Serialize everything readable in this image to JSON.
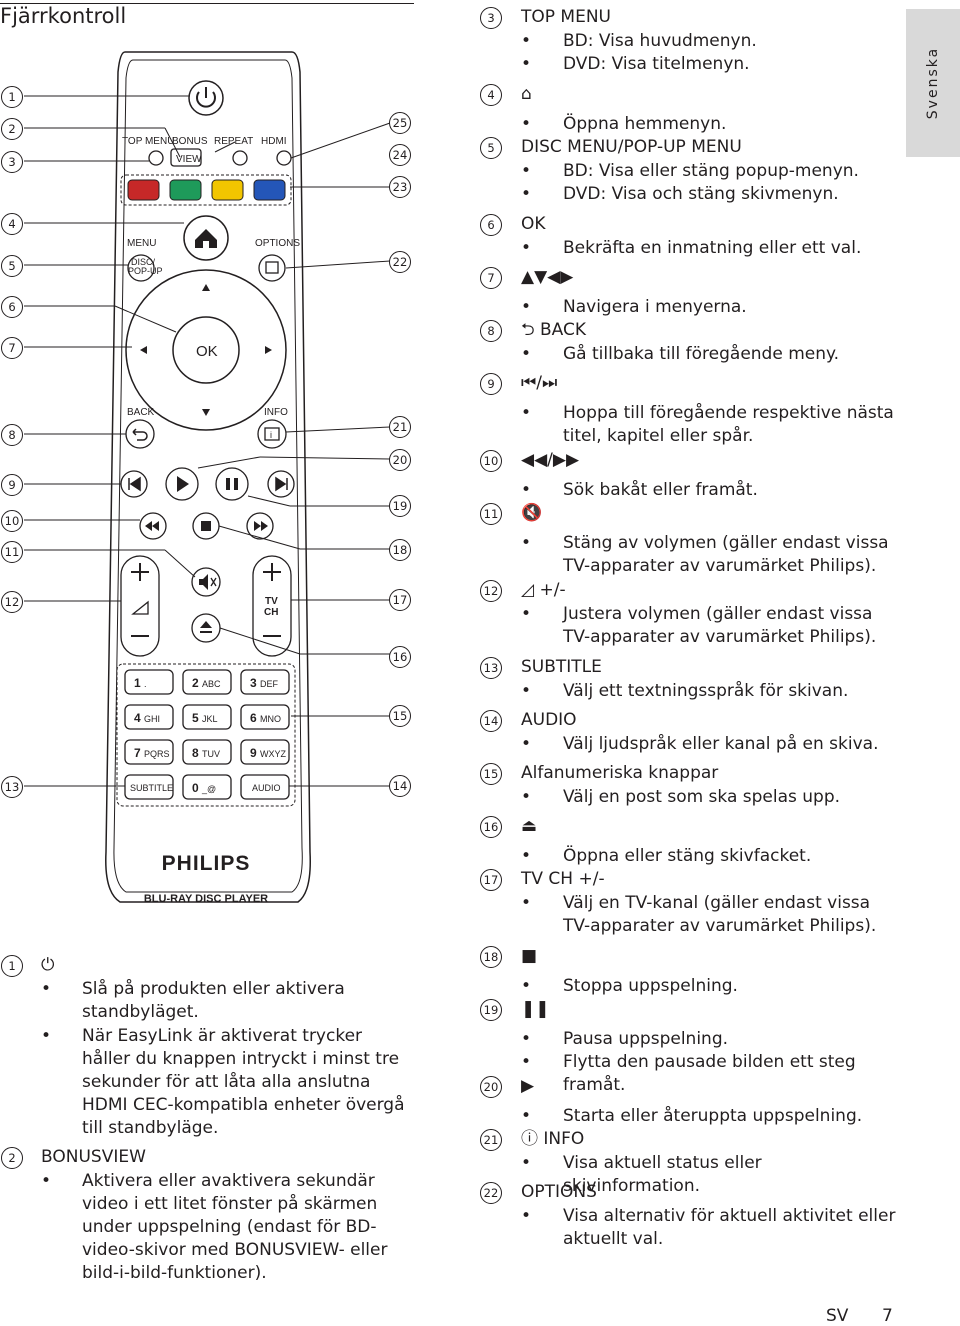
{
  "page": {
    "title": "Fjärrkontroll",
    "side_tab": "Svenska",
    "footer_lang": "SV",
    "footer_page": "7"
  },
  "remote": {
    "brand": "PHILIPS",
    "model": "BLU-RAY DISC PLAYER",
    "labels": {
      "top_menu": "TOP MENU",
      "bonus": "BONUS",
      "view": "VIEW",
      "repeat": "REPEAT",
      "hdmi": "HDMI",
      "menu": "MENU",
      "disc": "DISC/",
      "popup": "POP-UP",
      "options": "OPTIONS",
      "ok": "OK",
      "back": "BACK",
      "info": "INFO",
      "tv": "TV",
      "ch": "CH",
      "subtitle": "SUBTITLE",
      "audio": "AUDIO"
    },
    "keys": [
      {
        "big": "1",
        "small": "."
      },
      {
        "big": "2",
        "small": "ABC"
      },
      {
        "big": "3",
        "small": "DEF"
      },
      {
        "big": "4",
        "small": "GHI"
      },
      {
        "big": "5",
        "small": "JKL"
      },
      {
        "big": "6",
        "small": "MNO"
      },
      {
        "big": "7",
        "small": "PQRS"
      },
      {
        "big": "8",
        "small": "TUV"
      },
      {
        "big": "9",
        "small": "WXYZ"
      },
      {
        "big": "0",
        "small": "_@"
      }
    ],
    "color_keys": [
      "#c62828",
      "#1e9a5a",
      "#f2c500",
      "#2456b8"
    ],
    "callouts_left": [
      "1",
      "2",
      "3",
      "4",
      "5",
      "6",
      "7",
      "8",
      "9",
      "10",
      "11",
      "12",
      "13"
    ],
    "callouts_right": [
      "25",
      "24",
      "23",
      "22",
      "21",
      "20",
      "19",
      "18",
      "17",
      "16",
      "15",
      "14"
    ]
  },
  "left_items": [
    {
      "num": "1",
      "heading": "⏻",
      "bullets": [
        "Slå på produkten eller aktivera standbyläget.",
        "När EasyLink är aktiverat trycker håller du knappen intryckt i minst tre sekunder för att låta alla anslutna HDMI CEC-kompatibla enheter övergå till standbyläge."
      ]
    },
    {
      "num": "2",
      "heading": "BONUSVIEW",
      "bullets": [
        "Aktivera eller avaktivera sekundär video i ett litet fönster på skärmen under uppspelning (endast för BD-video-skivor med BONUSVIEW- eller bild-i-bild-funktioner)."
      ]
    }
  ],
  "items": [
    {
      "num": "3",
      "heading": "TOP MENU",
      "bullets": [
        {
          "prefix": "BD",
          "text": ": Visa huvudmenyn."
        },
        {
          "prefix": "DVD",
          "text": ": Visa titelmenyn."
        }
      ]
    },
    {
      "num": "4",
      "heading": "⌂",
      "bullets": [
        {
          "prefix": "",
          "text": "Öppna hemmenyn."
        }
      ]
    },
    {
      "num": "5",
      "heading": "DISC MENU/POP-UP MENU",
      "bullets": [
        {
          "prefix": "BD",
          "text": ": Visa eller stäng popup-menyn."
        },
        {
          "prefix": "DVD",
          "text": ": Visa och stäng skivmenyn."
        }
      ]
    },
    {
      "num": "6",
      "heading": "OK",
      "bullets": [
        {
          "prefix": "",
          "text": "Bekräfta en inmatning eller ett val."
        }
      ]
    },
    {
      "num": "7",
      "heading": "▲▼◀▶",
      "bullets": [
        {
          "prefix": "",
          "text": "Navigera i menyerna."
        }
      ]
    },
    {
      "num": "8",
      "heading": "⮌ BACK",
      "bullets": [
        {
          "prefix": "",
          "text": "Gå tillbaka till föregående meny."
        }
      ]
    },
    {
      "num": "9",
      "heading": "⏮/⏭",
      "bullets": [
        {
          "prefix": "",
          "text": "Hoppa till föregående respektive nästa titel, kapitel eller spår."
        }
      ]
    },
    {
      "num": "10",
      "heading": "◀◀/▶▶",
      "bullets": [
        {
          "prefix": "",
          "text": "Sök bakåt eller framåt."
        }
      ]
    },
    {
      "num": "11",
      "heading": "🔇",
      "bullets": [
        {
          "prefix": "",
          "text": "Stäng av volymen (gäller endast vissa TV-apparater av varumärket Philips)."
        }
      ]
    },
    {
      "num": "12",
      "heading": "◿ +/-",
      "bullets": [
        {
          "prefix": "",
          "text": "Justera volymen (gäller endast vissa TV-apparater av varumärket Philips)."
        }
      ]
    },
    {
      "num": "13",
      "heading": "SUBTITLE",
      "bullets": [
        {
          "prefix": "",
          "text": "Välj ett textningsspråk för skivan."
        }
      ]
    },
    {
      "num": "14",
      "heading": "AUDIO",
      "bullets": [
        {
          "prefix": "",
          "text": "Välj ljudspråk eller kanal på en skiva."
        }
      ]
    },
    {
      "num": "15",
      "heading": "Alfanumeriska knappar",
      "bullets": [
        {
          "prefix": "",
          "text": "Välj en post som ska spelas upp."
        }
      ]
    },
    {
      "num": "16",
      "heading": "⏏",
      "bullets": [
        {
          "prefix": "",
          "text": "Öppna eller stäng skivfacket."
        }
      ]
    },
    {
      "num": "17",
      "heading": "TV CH +/-",
      "bullets": [
        {
          "prefix": "",
          "text": "Välj en TV-kanal (gäller endast vissa TV-apparater av varumärket Philips)."
        }
      ]
    },
    {
      "num": "18",
      "heading": "■",
      "bullets": [
        {
          "prefix": "",
          "text": "Stoppa uppspelning."
        }
      ]
    },
    {
      "num": "19",
      "heading": "❚❚",
      "bullets": [
        {
          "prefix": "",
          "text": "Pausa uppspelning."
        },
        {
          "prefix": "",
          "text": "Flytta den pausade bilden ett steg framåt."
        }
      ]
    },
    {
      "num": "20",
      "heading": "▶",
      "bullets": [
        {
          "prefix": "",
          "text": "Starta eller återuppta uppspelning."
        }
      ]
    },
    {
      "num": "21",
      "heading": "ⓘ INFO",
      "bullets": [
        {
          "prefix": "",
          "text": "Visa aktuell status eller skivinformation."
        }
      ]
    },
    {
      "num": "22",
      "heading": "OPTIONS",
      "bullets": [
        {
          "prefix": "",
          "text": "Visa alternativ för aktuell aktivitet eller aktuellt val."
        }
      ]
    }
  ]
}
